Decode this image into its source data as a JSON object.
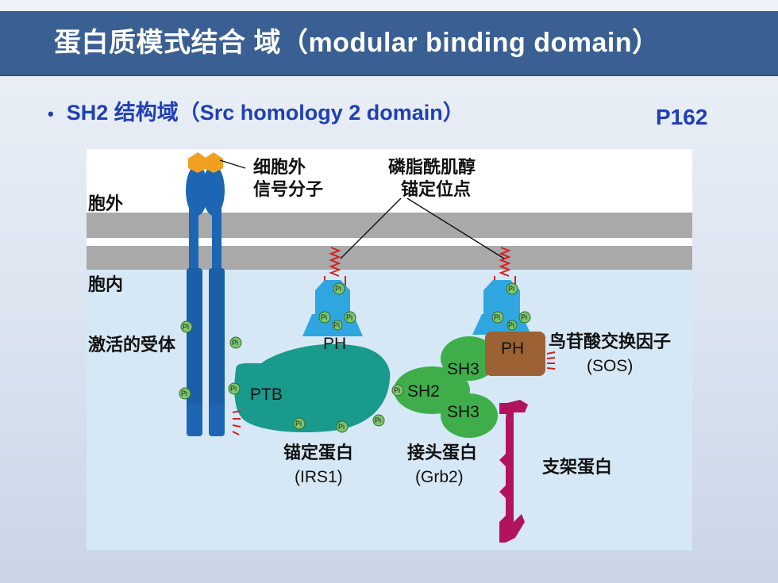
{
  "title": "蛋白质模式结合 域（modular binding domain）",
  "bullet": "SH2 结构域（Src homology 2 domain）",
  "page_ref": "P162",
  "figure": {
    "labels": {
      "extracellular_signal_l1": "细胞外",
      "extracellular_signal_l2": "信号分子",
      "lipid_anchor_l1": "磷脂酰肌醇",
      "lipid_anchor_l2": "锚定位点",
      "outside": "胞外",
      "inside": "胞内",
      "activated_receptor": "激活的受体",
      "sos_l1": "鸟苷酸交换因子",
      "sos_l2": "(SOS)",
      "irs_l1": "锚定蛋白",
      "irs_l2": "(IRS1)",
      "grb_l1": "接头蛋白",
      "grb_l2": "(Grb2)",
      "scaffold": "支架蛋白"
    },
    "domains": {
      "ph_left": "PH",
      "ph_right": "PH",
      "ptb": "PTB",
      "sh2": "SH2",
      "sh3_top": "SH3",
      "sh3_bottom": "SH3",
      "pi": "Pi"
    },
    "colors": {
      "receptor": "#1d66b3",
      "ligand": "#f0a020",
      "membrane": "#a8a8a8",
      "cytoplasm": "#d6e8f6",
      "ptb_protein": "#1a9a8c",
      "ph_domain": "#2fa6df",
      "grb2": "#3fae4a",
      "sos": "#9c6233",
      "scaffold": "#b3125d",
      "phosphate": "#7cc66e",
      "lipid": "#d42020"
    }
  }
}
